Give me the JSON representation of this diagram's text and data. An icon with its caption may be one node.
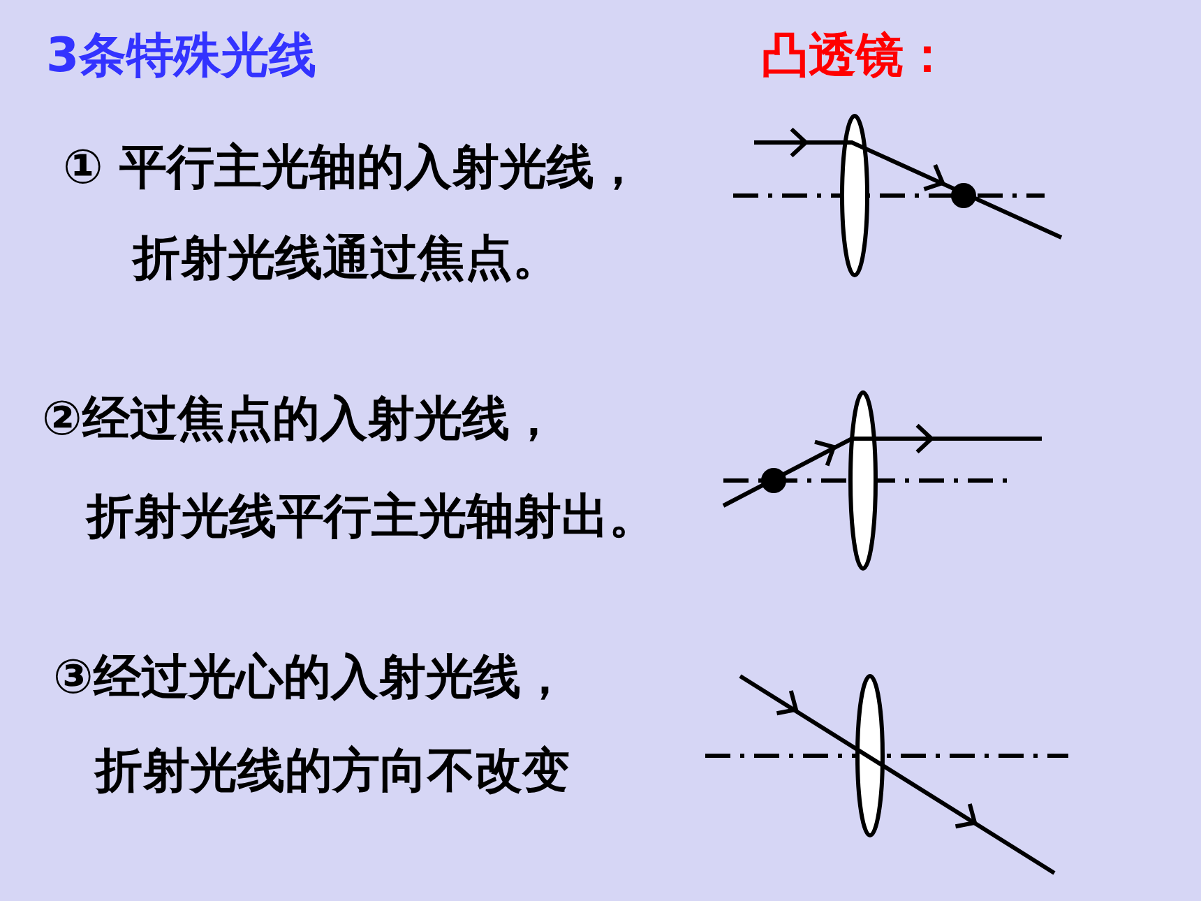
{
  "diagram": {
    "title": "3条特殊光线",
    "labels": [
      "凸透镜：",
      "① 平行主光轴的入射光线，",
      "折射光线通过焦点。",
      "②经过焦点的入射光线，",
      "折射光线平行主光轴射出。",
      "③经过光心的入射光线，",
      "折射光线的方向不改变"
    ]
  }
}
